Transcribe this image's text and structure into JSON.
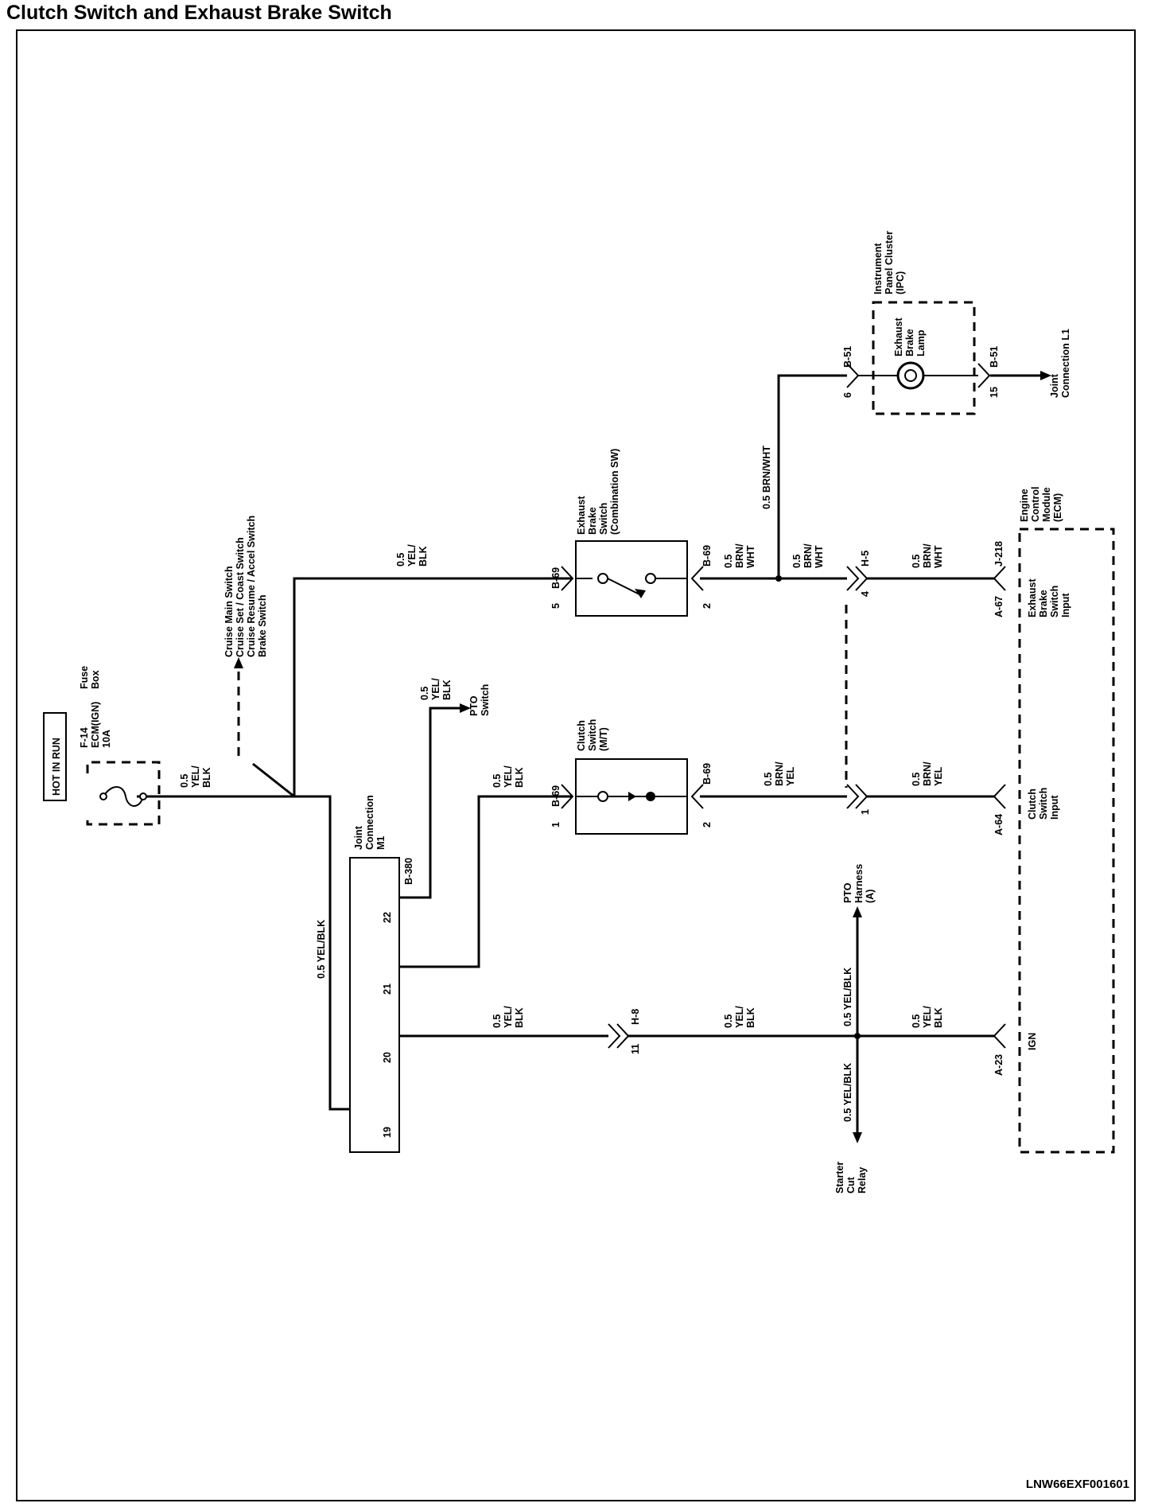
{
  "title": "Clutch Switch and Exhaust Brake Switch",
  "doc_code": "LNW66EXF001601",
  "power": {
    "hot_in_run": "HOT IN RUN",
    "fuse_name": "F-14",
    "fuse_circuit": "ECM(IGN)",
    "fuse_rating": "10A",
    "fuse_box_label": [
      "Fuse",
      "Box"
    ]
  },
  "wires": {
    "main_feed": [
      "0.5",
      "YEL/",
      "BLK"
    ],
    "joint_feed": "0.5 YEL/BLK",
    "to_exhaust_sw": [
      "0.5",
      "YEL/",
      "BLK"
    ],
    "to_pto_sw": [
      "0.5",
      "YEL/",
      "BLK"
    ],
    "to_clutch_sw": [
      "0.5",
      "YEL/",
      "BLK"
    ],
    "to_h8": [
      "0.5",
      "YEL/",
      "BLK"
    ],
    "h8_to_splice": [
      "0.5",
      "YEL/",
      "BLK"
    ],
    "splice_to_ign": [
      "0.5",
      "YEL/",
      "BLK"
    ],
    "exh_out": [
      "0.5",
      "BRN/",
      "WHT"
    ],
    "exh_to_h5": [
      "0.5",
      "BRN/",
      "WHT"
    ],
    "h5_to_ecm": [
      "0.5",
      "BRN/",
      "WHT"
    ],
    "to_lamp": "0.5 BRN/WHT",
    "clutch_out": [
      "0.5",
      "BRN/",
      "YEL"
    ],
    "clutch_to_ecm": [
      "0.5",
      "BRN/",
      "YEL"
    ],
    "to_pto_harness": "0.5 YEL/BLK",
    "to_starter_cut": "0.5 YEL/BLK"
  },
  "cruise_switches": [
    "Cruise Main Switch",
    "Cruise Set / Coast Switch",
    "Cruise Resume / Accel Switch",
    "Brake Switch"
  ],
  "joint_connection": {
    "label": [
      "Joint",
      "Connection",
      "M1"
    ],
    "connector": "B-380",
    "pins": [
      "19",
      "20",
      "21",
      "22"
    ]
  },
  "pto_switch": [
    "PTO",
    "Switch"
  ],
  "exhaust_brake_switch": {
    "label": [
      "Exhaust",
      "Brake",
      "Switch",
      "(Combination SW)"
    ],
    "conn_in": "B-69",
    "conn_out": "B-69",
    "pin_in": "5",
    "pin_out": "2"
  },
  "clutch_switch": {
    "label": [
      "Clutch",
      "Switch",
      "(M/T)"
    ],
    "conn_in": "B-69",
    "conn_out": "B-69",
    "pin_in": "1",
    "pin_out": "2"
  },
  "inline_connectors": {
    "h5": "H-5",
    "h5_pin": "4",
    "h5_pin_clutch": "1",
    "h8": "H-8",
    "h8_pin": "11"
  },
  "ipc": {
    "label": [
      "Instrument",
      "Panel Cluster",
      "(IPC)"
    ],
    "lamp": [
      "Exhaust",
      "Brake",
      "Lamp"
    ],
    "conn_a": "B-51",
    "conn_b": "B-51",
    "pin_a": "6",
    "pin_b": "15",
    "joint": [
      "Joint",
      "Connection L1"
    ]
  },
  "ecm": {
    "label": [
      "Engine",
      "Control",
      "Module",
      "(ECM)"
    ],
    "exh_input": [
      "Exhaust",
      "Brake",
      "Switch",
      "Input"
    ],
    "clutch_input": [
      "Clutch",
      "Switch",
      "Input"
    ],
    "ign": "IGN",
    "conn_j": "J-218",
    "conn_a67": "A-67",
    "conn_a64": "A-64",
    "conn_a23": "A-23"
  },
  "pto_harness": [
    "PTO",
    "Harness",
    "(A)"
  ],
  "starter_cut_relay": [
    "Starter",
    "Cut",
    "Relay"
  ]
}
